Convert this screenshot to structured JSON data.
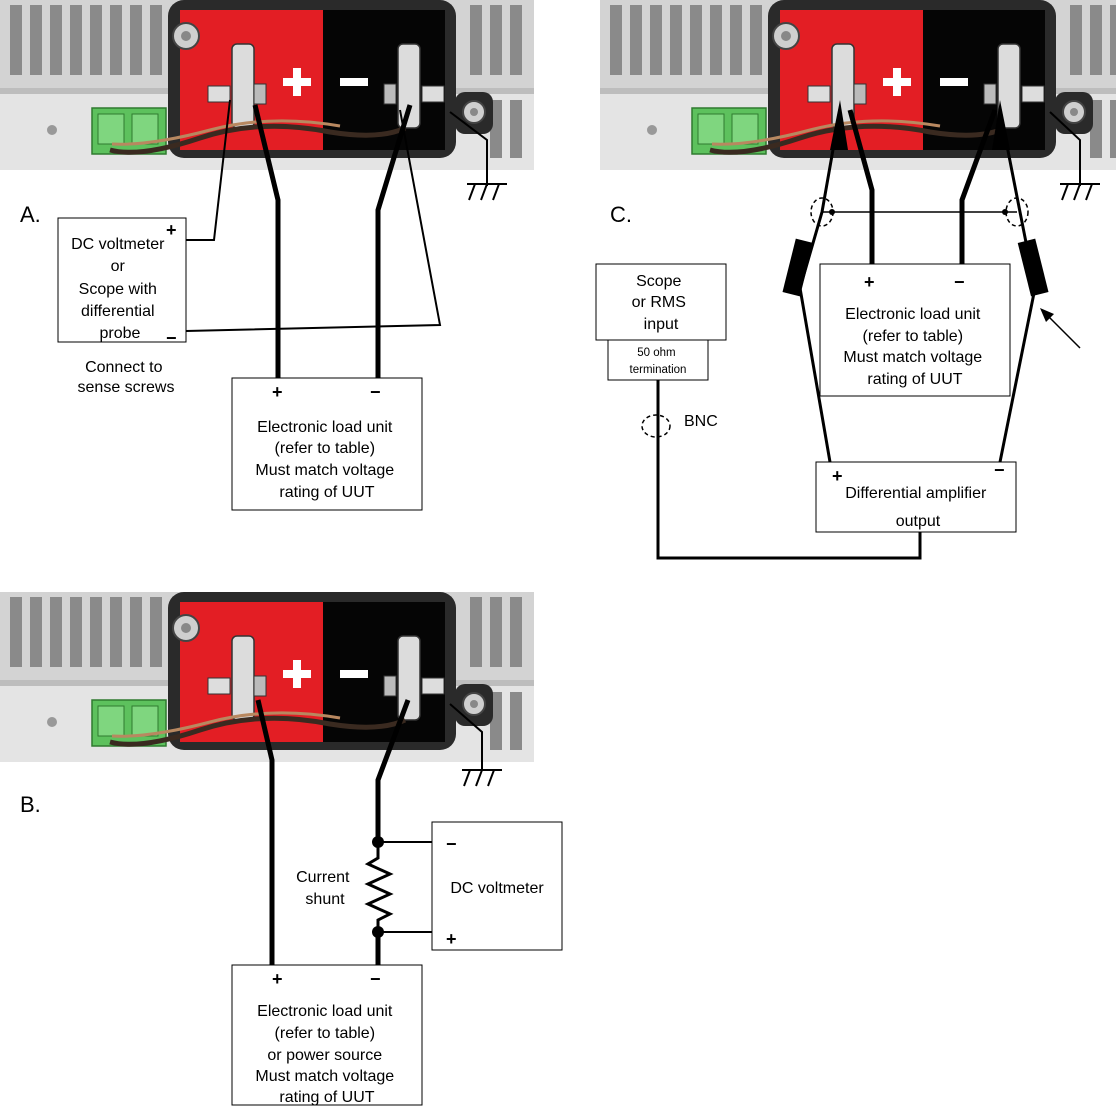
{
  "diagram_a": {
    "letter": "A.",
    "meter_plus": "+",
    "meter_minus": "−",
    "meter_lines": [
      "DC voltmeter",
      "or",
      "Scope with",
      "differential",
      "probe"
    ],
    "sense_note": [
      "Connect to",
      "sense screws"
    ],
    "load_plus": "+",
    "load_minus": "−",
    "load_lines": [
      "Electronic load unit",
      "(refer to table)",
      "Must match voltage",
      "rating of UUT"
    ]
  },
  "diagram_b": {
    "letter": "B.",
    "shunt_lines": [
      "Current",
      "shunt"
    ],
    "voltmeter": "DC voltmeter",
    "voltmeter_minus": "−",
    "voltmeter_plus": "+",
    "load_plus": "+",
    "load_minus": "−",
    "load_lines": [
      "Electronic load unit",
      "(refer to table)",
      "or power source",
      "Must match voltage",
      "rating of UUT"
    ]
  },
  "diagram_c": {
    "letter": "C.",
    "scope_lines": [
      "Scope",
      "or RMS",
      "input"
    ],
    "termination_lines": [
      "50 ohm",
      "termination"
    ],
    "bnc": "BNC",
    "load_plus": "+",
    "load_minus": "−",
    "load_lines": [
      "Electronic load unit",
      "(refer to table)",
      "Must match voltage",
      "rating of UUT"
    ],
    "amp_plus": "+",
    "amp_minus": "−",
    "amp_lines": [
      "Differential amplifier",
      "output"
    ]
  },
  "terminal_signs": {
    "positive": "+",
    "negative": "−"
  }
}
